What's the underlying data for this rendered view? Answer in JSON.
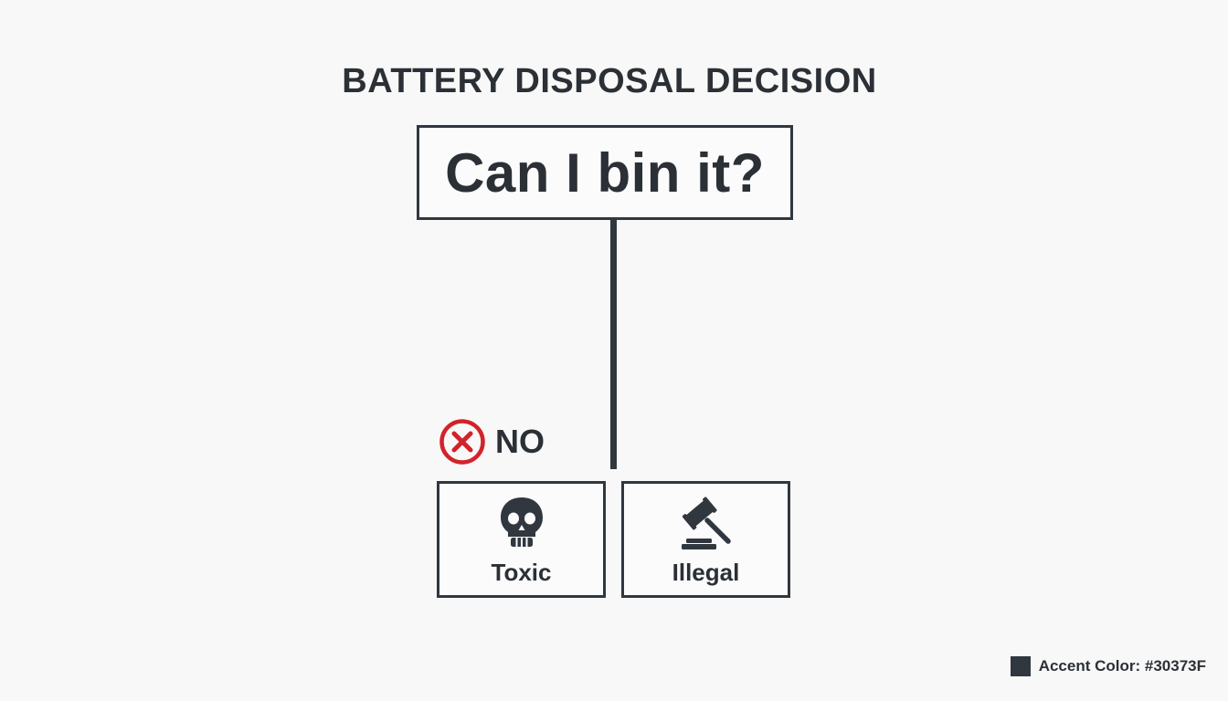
{
  "title": "BATTERY DISPOSAL DECISION",
  "question": "Can I bin it?",
  "answer": {
    "label": "NO",
    "icon": "cross-circle-icon",
    "icon_color": "#D2232A"
  },
  "reasons": [
    {
      "label": "Toxic",
      "icon": "skull-icon"
    },
    {
      "label": "Illegal",
      "icon": "gavel-icon"
    }
  ],
  "legend": {
    "text": "Accent Color: #30373F",
    "swatch_color": "#30373F"
  },
  "colors": {
    "accent": "#30373F",
    "background": "#F8F8F8",
    "no": "#D2232A"
  }
}
